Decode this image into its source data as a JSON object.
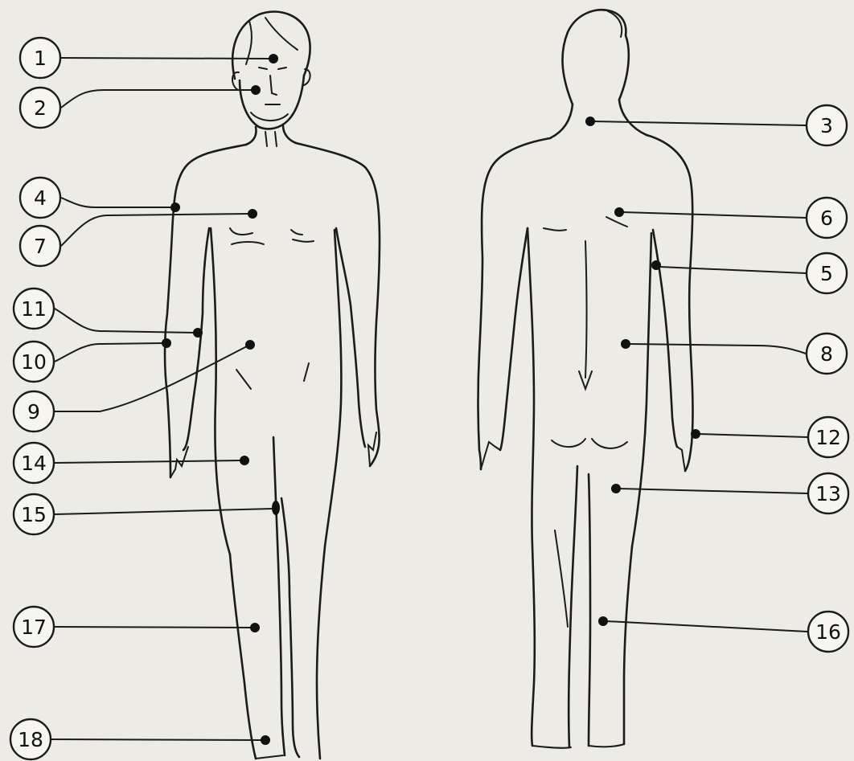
{
  "markers": [
    {
      "id": "1"
    },
    {
      "id": "2"
    },
    {
      "id": "3"
    },
    {
      "id": "4"
    },
    {
      "id": "5"
    },
    {
      "id": "6"
    },
    {
      "id": "7"
    },
    {
      "id": "8"
    },
    {
      "id": "9"
    },
    {
      "id": "10"
    },
    {
      "id": "11"
    },
    {
      "id": "12"
    },
    {
      "id": "13"
    },
    {
      "id": "14"
    },
    {
      "id": "15"
    },
    {
      "id": "16"
    },
    {
      "id": "17"
    },
    {
      "id": "18"
    }
  ],
  "colors": {
    "ink": "#1b1b1b",
    "paper": "#ecebe6",
    "badge_fill": "#f6f5f0"
  }
}
